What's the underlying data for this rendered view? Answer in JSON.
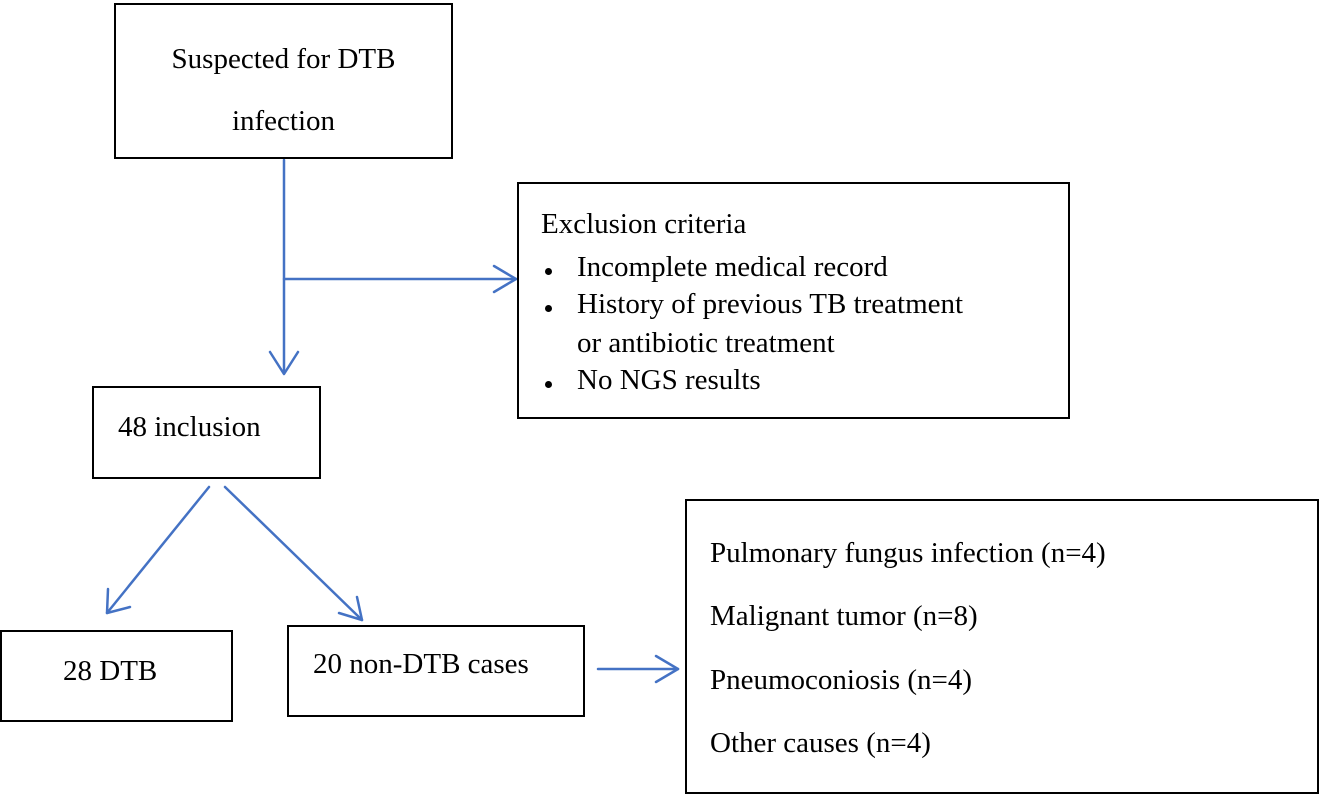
{
  "colors": {
    "arrow": "#4472C4",
    "border": "#000000"
  },
  "suspected_box": {
    "line1": "Suspected for DTB",
    "line2": "infection"
  },
  "exclusion_box": {
    "title": "Exclusion criteria",
    "items": [
      {
        "line1": "Incomplete medical record",
        "line2": ""
      },
      {
        "line1": "History of previous TB treatment",
        "line2": "or antibiotic treatment"
      },
      {
        "line1": "No NGS results",
        "line2": ""
      }
    ]
  },
  "inclusion_box": {
    "label": "48 inclusion"
  },
  "dtb_box": {
    "label": "28 DTB"
  },
  "non_dtb_box": {
    "label": "20 non-DTB cases"
  },
  "causes_box": {
    "items": [
      "Pulmonary fungus infection (n=4)",
      "Malignant tumor (n=8)",
      "Pneumoconiosis (n=4)",
      "Other causes (n=4)"
    ]
  }
}
